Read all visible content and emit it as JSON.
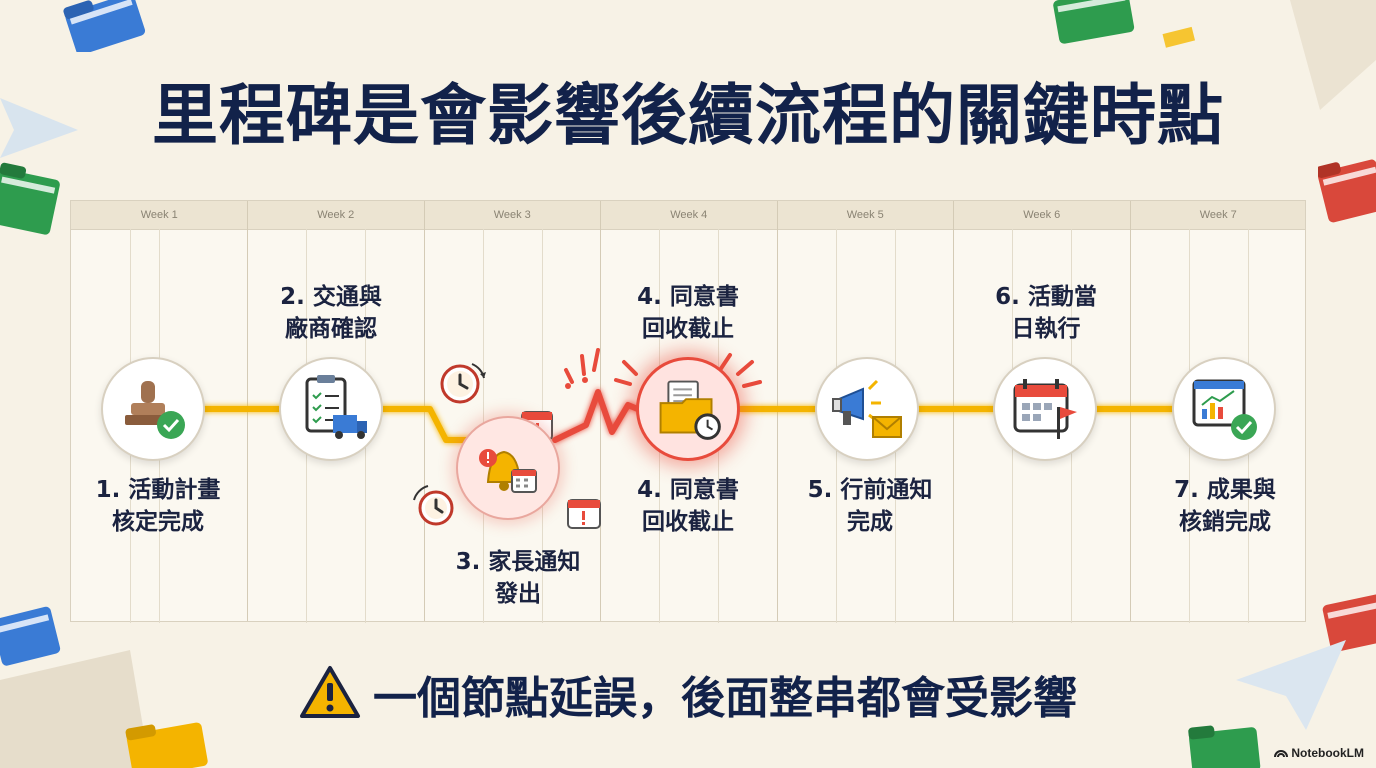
{
  "title": "里程碑是會影響後續流程的關鍵時點",
  "weeks": [
    "Week 1",
    "Week 2",
    "Week 3",
    "Week 4",
    "Week 5",
    "Week 6",
    "Week 7"
  ],
  "milestones": [
    {
      "label": "1. 活動計畫\n核定完成",
      "icon": "stamp-check-icon"
    },
    {
      "label": "2. 交通與\n廠商確認",
      "icon": "clipboard-truck-icon"
    },
    {
      "label": "3. 家長通知\n發出",
      "icon": "bell-calendar-icon"
    },
    {
      "label": "4. 同意書\n回收截止",
      "icon": "folder-clock-icon"
    },
    {
      "label": "4. 同意書\n回收截止",
      "icon": "folder-clock-icon"
    },
    {
      "label": "5. 行前通知\n完成",
      "icon": "megaphone-mail-icon"
    },
    {
      "label": "6. 活動當\n日執行",
      "icon": "calendar-flag-icon"
    },
    {
      "label": "7. 成果與\n核銷完成",
      "icon": "chart-check-icon"
    }
  ],
  "footer": {
    "text": "一個節點延誤，後面整串都會受影響",
    "icon": "warning-triangle-icon"
  },
  "brand": "NotebookLM",
  "colors": {
    "navy": "#12224a",
    "line": "#f4b400",
    "alert": "#e84b3c"
  }
}
